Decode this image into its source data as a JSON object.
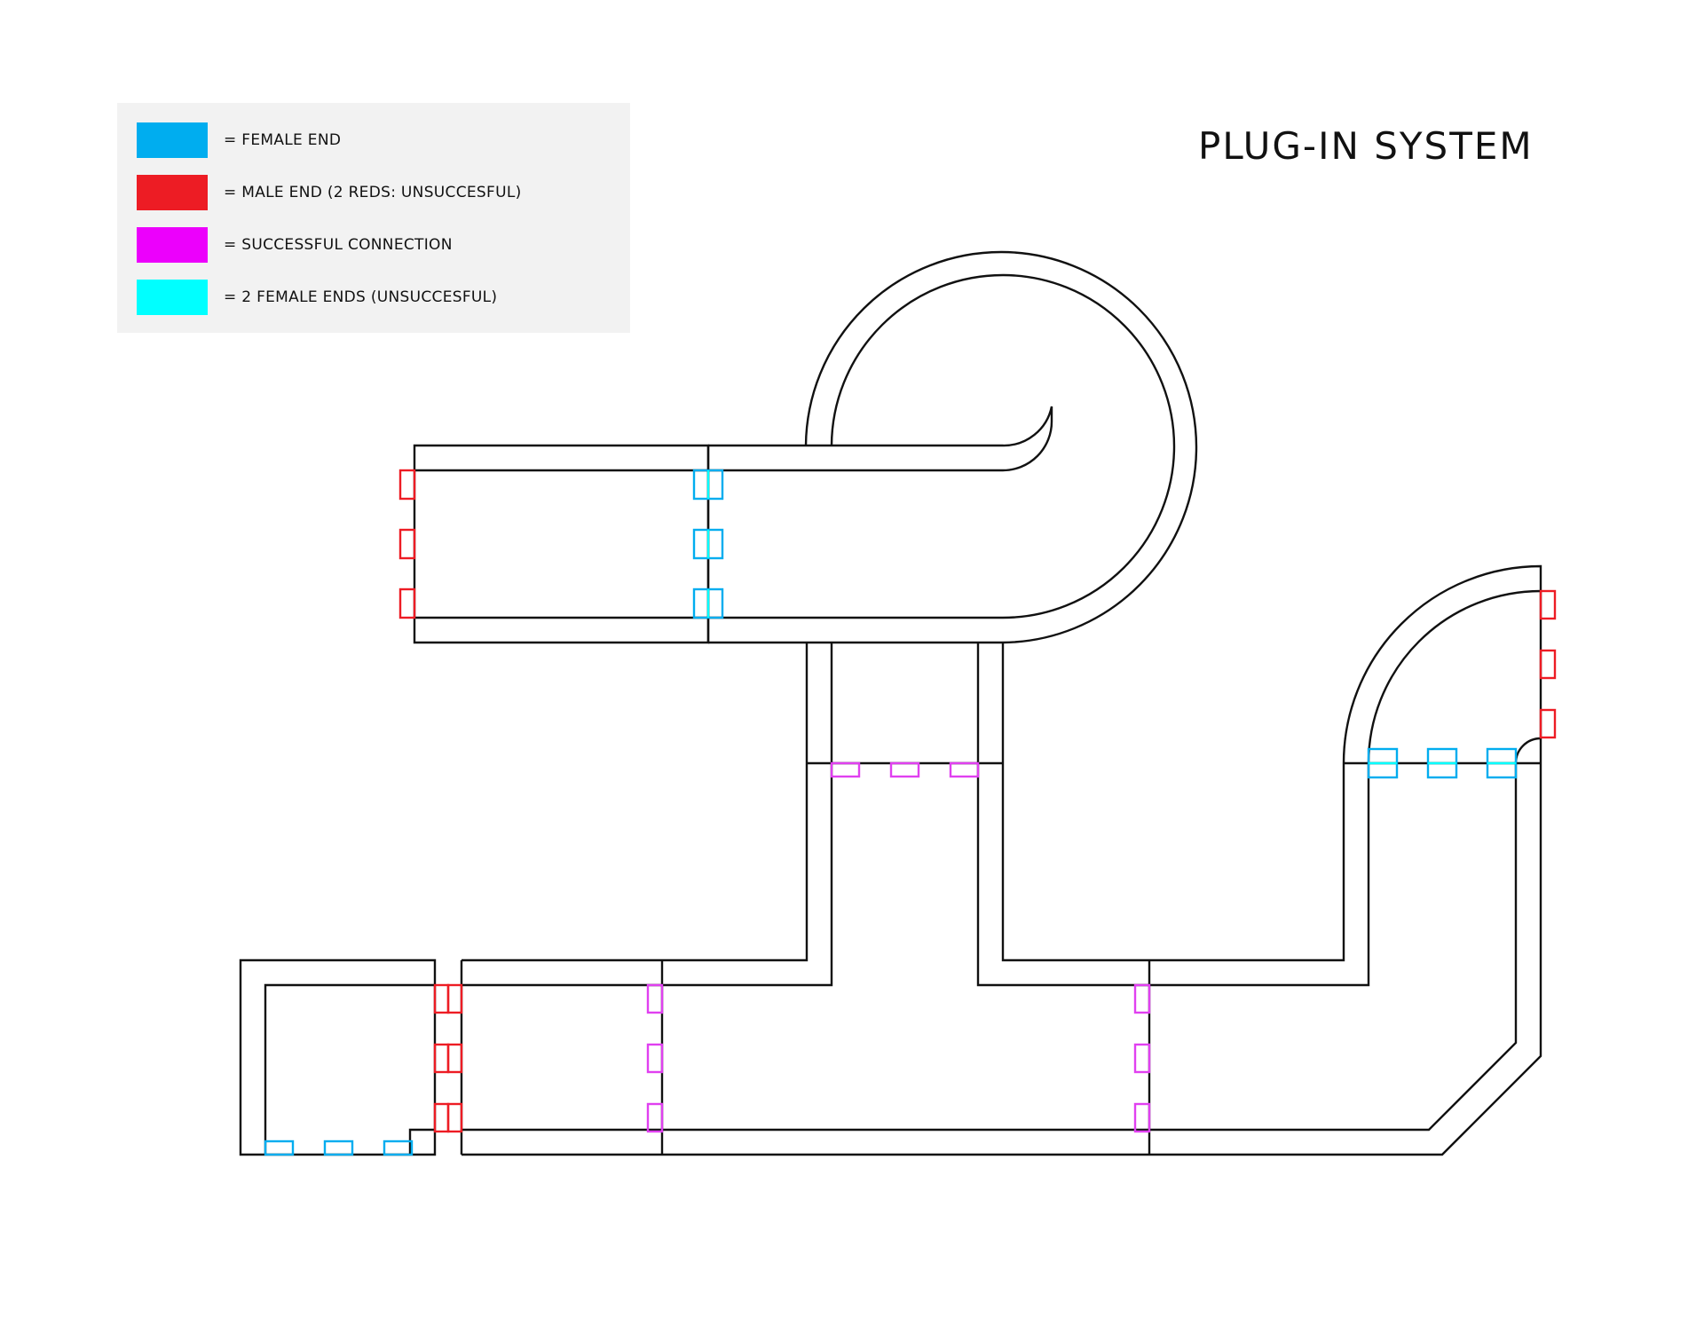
{
  "title": "PLUG-IN SYSTEM",
  "legend": {
    "items": [
      {
        "label": "= FEMALE END",
        "color": "#00adef",
        "meaning": "female-end"
      },
      {
        "label": "= MALE END (2 REDS: UNSUCCESFUL)",
        "color": "#ed1c24",
        "meaning": "male-end"
      },
      {
        "label": "= SUCCESSFUL CONNECTION",
        "color": "#ec00fc",
        "meaning": "successful-connection"
      },
      {
        "label": "= 2 FEMALE ENDS (UNSUCCESFUL)",
        "color": "#00ffff",
        "meaning": "two-female-ends"
      }
    ]
  },
  "colors": {
    "female": "#00adef",
    "male": "#ed1c24",
    "success": "#e040f0",
    "double_female": "#00ffff",
    "track": "#111111"
  },
  "connections": [
    {
      "id": "top-left-block-left-edge",
      "type": "male",
      "count": 3
    },
    {
      "id": "top-left-block-right-edge",
      "type": "double_female",
      "count": 3
    },
    {
      "id": "vertical-pair-junction",
      "type": "success",
      "count": 3
    },
    {
      "id": "right-curve-right-edge",
      "type": "male",
      "count": 3
    },
    {
      "id": "right-curve-bottom-edge",
      "type": "double_female",
      "count": 3
    },
    {
      "id": "bottom-left-square-bottom-edge",
      "type": "female",
      "count": 3
    },
    {
      "id": "bottom-left-gap",
      "type": "male-male",
      "count": 3
    },
    {
      "id": "bottom-left-middle-junction",
      "type": "success",
      "count": 3
    },
    {
      "id": "bottom-right-middle-junction",
      "type": "success",
      "count": 3
    }
  ]
}
